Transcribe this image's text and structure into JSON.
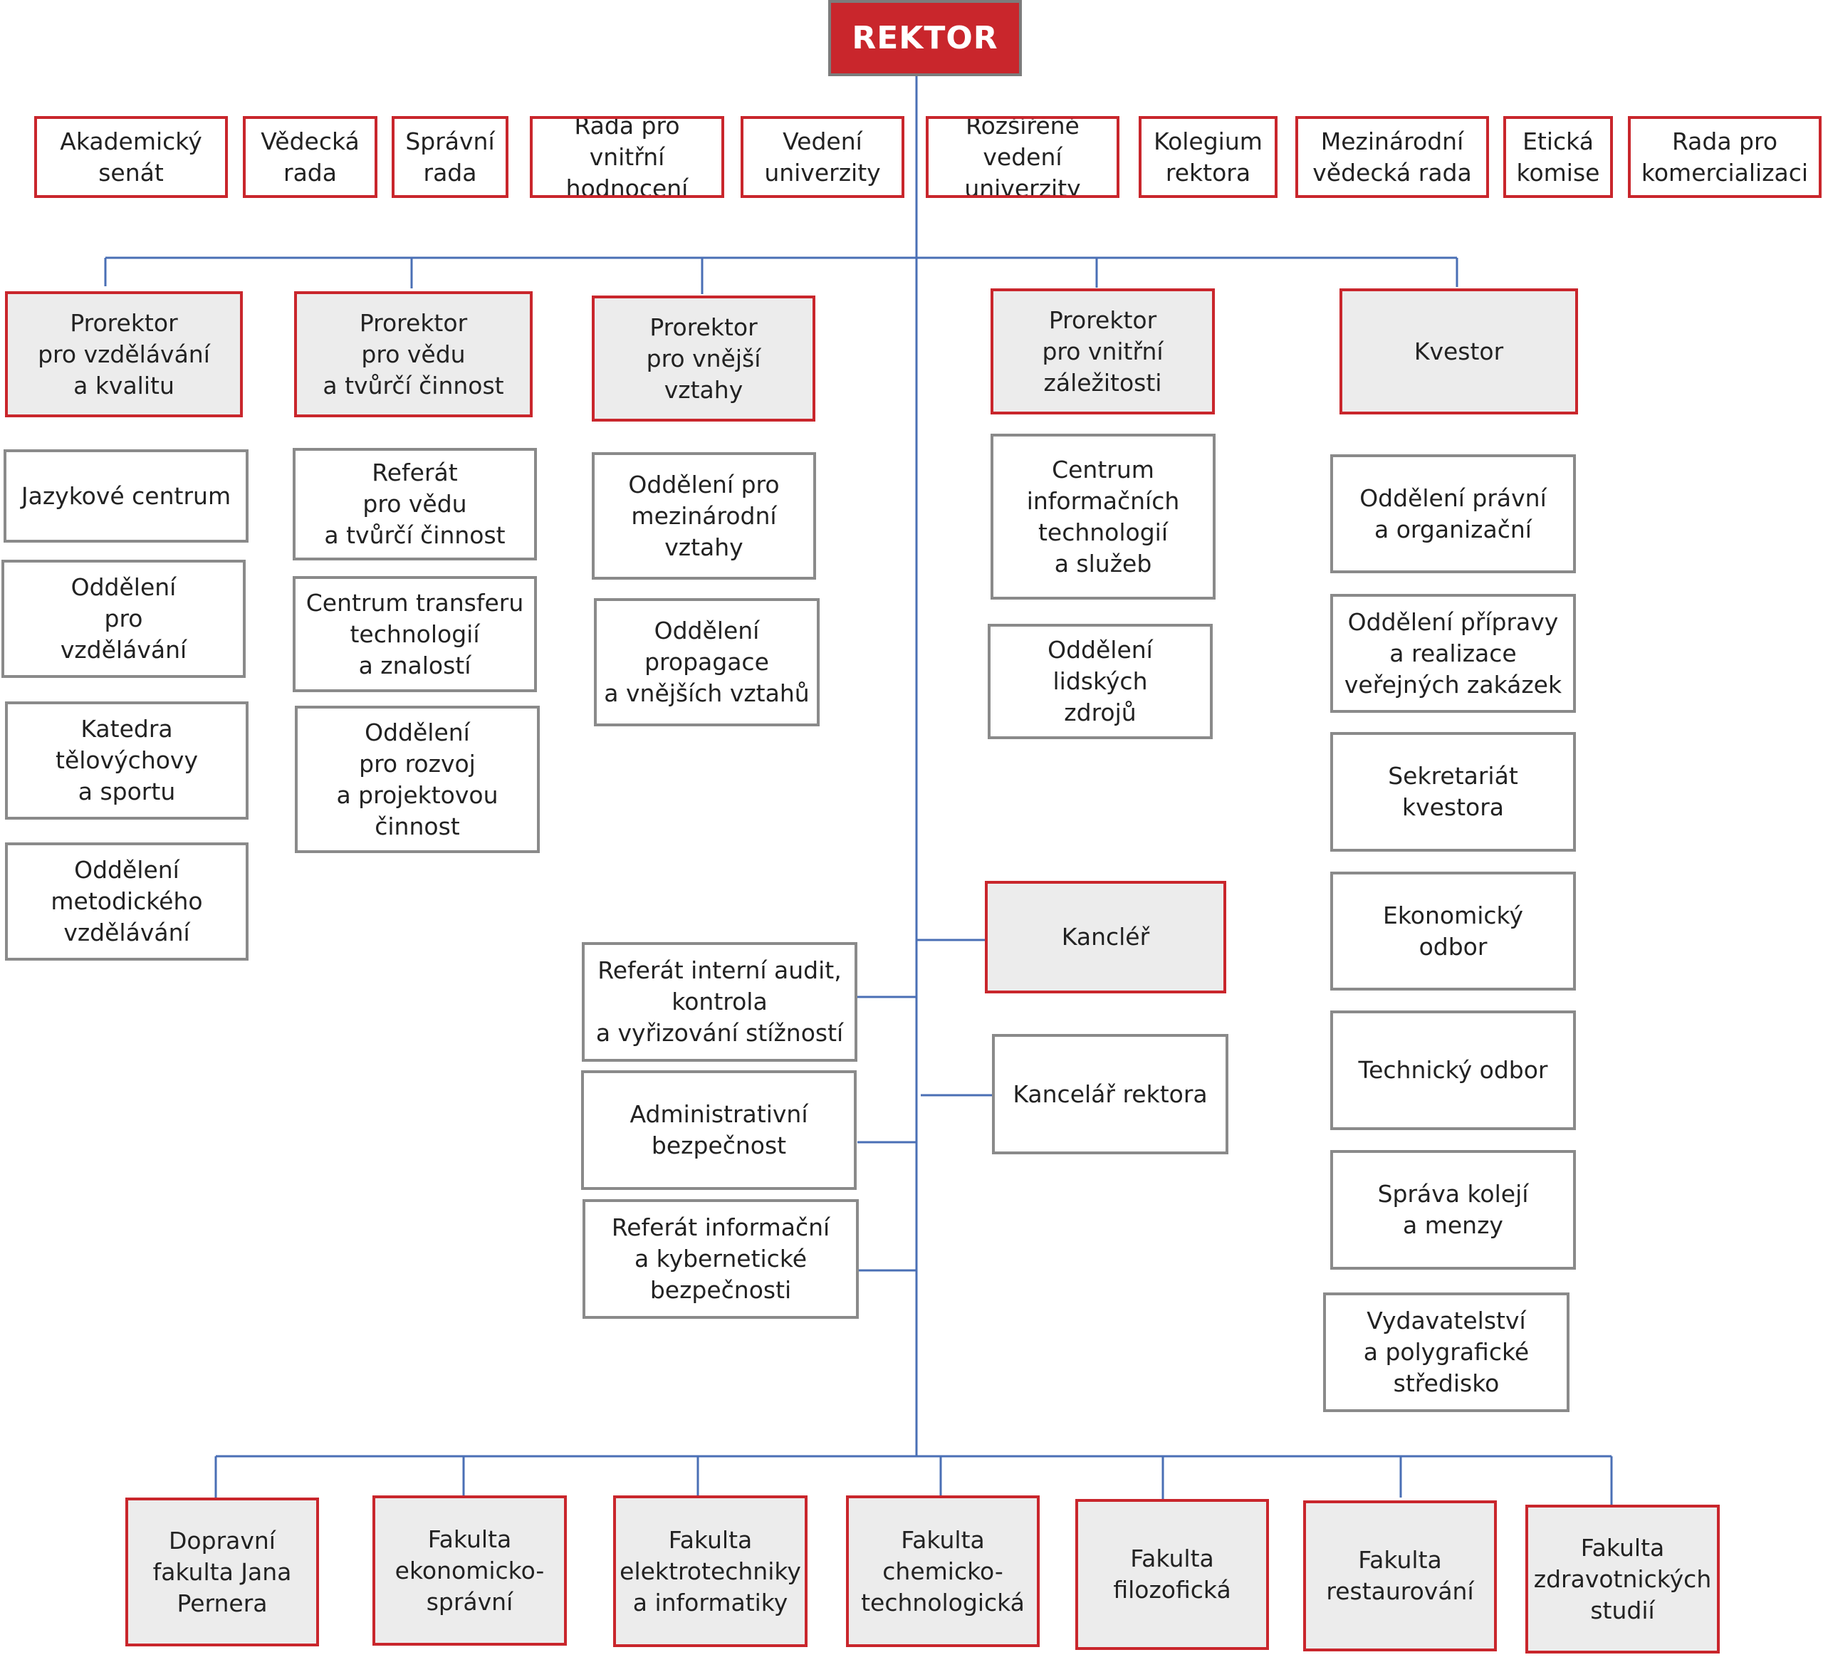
{
  "top": {
    "label": "REKTOR"
  },
  "councils": [
    "Akademický\nsenát",
    "Vědecká\nrada",
    "Správní\nrada",
    "Rada pro vnitřní\nhodnocení",
    "Vedení\nuniverzity",
    "Rozšířené vedení\nuniverzity",
    "Kolegium\nrektora",
    "Mezinárodní\nvědecká rada",
    "Etická\nkomise",
    "Rada pro\nkomercializaci"
  ],
  "executives": [
    "Prorektor\npro vzdělávání\na kvalitu",
    "Prorektor\npro vědu\na tvůrčí činnost",
    "Prorektor\npro vnější\nvztahy",
    "Prorektor\npro vnitřní\nzáležitosti",
    "Kvestor"
  ],
  "col1_units": [
    "Jazykové centrum",
    "Oddělení\npro\nvzdělávání",
    "Katedra\ntělovýchovy\na sportu",
    "Oddělení\nmetodického\nvzdělávání"
  ],
  "col2_units": [
    "Referát\npro vědu\na tvůrčí činnost",
    "Centrum transferu\ntechnologií\na znalostí",
    "Oddělení\npro rozvoj\na projektovou\nčinnost"
  ],
  "col3_units": [
    "Oddělení pro\nmezinárodní\nvztahy",
    "Oddělení\npropagace\na vnějších vztahů"
  ],
  "col4_units": [
    "Centrum\ninformačních\ntechnologií\na služeb",
    "Oddělení\nlidských\nzdrojů"
  ],
  "col5_units": [
    "Oddělení právní\na organizační",
    "Oddělení přípravy\na realizace\nveřejných zakázek",
    "Sekretariát\nkvestora",
    "Ekonomický\nodbor",
    "Technický odbor",
    "Správa kolejí\na menzy",
    "Vydavatelství\na polygrafické\nstředisko"
  ],
  "chancellor": "Kancléř",
  "rector_office": "Kancelář rektora",
  "center_units": [
    "Referát interní audit,\nkontrola\na vyřizování stížností",
    "Administrativní\nbezpečnost",
    "Referát informační\na kybernetické\nbezpečnosti"
  ],
  "faculties": [
    "Dopravní\nfakulta Jana\nPernera",
    "Fakulta\nekonomicko-\nsprávní",
    "Fakulta\nelektrotechniky\na informatiky",
    "Fakulta\nchemicko-\ntechnologická",
    "Fakulta\nfilozofická",
    "Fakulta\nrestaurování",
    "Fakulta\nzdravotnických\nstudií"
  ],
  "colors": {
    "accent_red": "#c9262c",
    "line_blue": "#4a6fb5",
    "fill_gray": "#ececec",
    "border_gray": "#8a8a8a"
  }
}
